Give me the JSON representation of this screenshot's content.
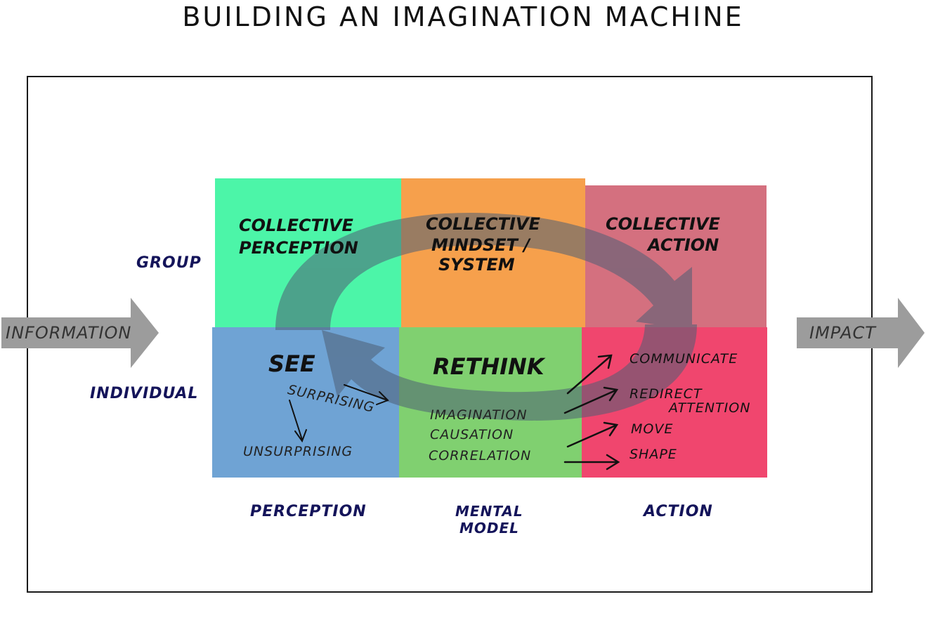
{
  "title": "BUILDING AN IMAGINATION MACHINE",
  "flow": {
    "input": "INFORMATION",
    "output": "IMPACT"
  },
  "rows": {
    "group": "GROUP",
    "individual": "INDIVIDUAL"
  },
  "columns": {
    "perception": "PERCEPTION",
    "mental_model_line1": "MENTAL",
    "mental_model_line2": "MODEL",
    "action": "ACTION"
  },
  "cells": {
    "collective_perception": {
      "line1": "COLLECTIVE",
      "line2": "PERCEPTION",
      "color": "#4cf5a8"
    },
    "collective_mindset": {
      "line1": "COLLECTIVE",
      "line2": "MINDSET /",
      "line3": "SYSTEM",
      "color": "#f6a04c"
    },
    "collective_action": {
      "line1": "COLLECTIVE",
      "line2": "ACTION",
      "color": "#d4707f"
    },
    "see": {
      "label": "SEE",
      "surprising": "SURPRISING",
      "unsurprising": "UNSURPRISING",
      "color": "#6fa3d4"
    },
    "rethink": {
      "label": "RETHINK",
      "items": [
        "IMAGINATION",
        "CAUSATION",
        "CORRELATION"
      ],
      "color": "#80d070"
    },
    "actions": {
      "items": [
        "COMMUNICATE",
        "REDIRECT",
        "ATTENTION",
        "MOVE",
        "SHAPE"
      ],
      "color": "#f0466e"
    }
  },
  "colors": {
    "cycle_arrow": "#5a6f7f",
    "flow_arrow": "#9c9c9c",
    "navy": "#14145a"
  }
}
